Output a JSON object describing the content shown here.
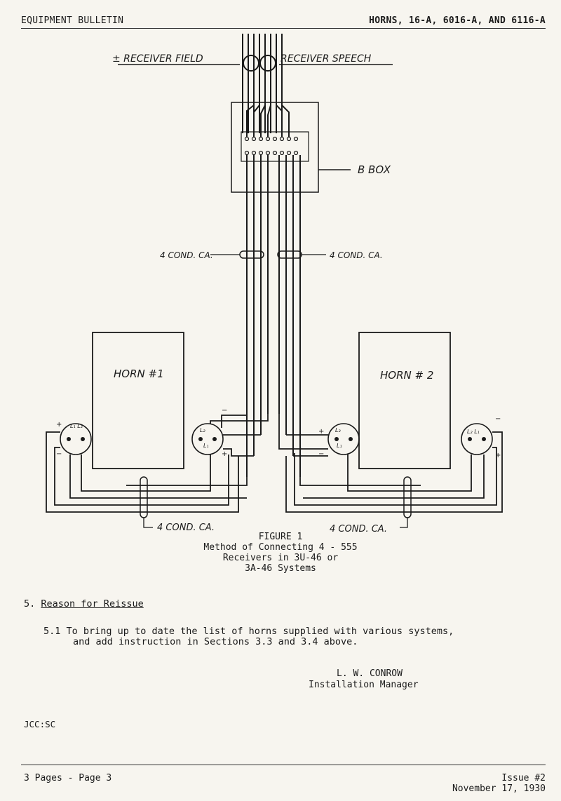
{
  "header": {
    "left": "EQUIPMENT BULLETIN",
    "right": "HORNS, 16-A, 6016-A, AND 6116-A"
  },
  "diagram": {
    "receiver_field": "± RECEIVER FIELD",
    "receiver_speech": "RECEIVER SPEECH",
    "b_box": "B BOX",
    "cable_left": "4 COND. CA.",
    "cable_right": "4 COND. CA.",
    "horn1": "HORN #1",
    "horn2": "HORN # 2",
    "bottom_cable_left": "4 COND. CA.",
    "bottom_cable_right": "4 COND. CA."
  },
  "figure": {
    "number": "FIGURE 1",
    "caption_lines": [
      "Method of Connecting 4 - 555",
      "Receivers in 3U-46 or",
      "3A-46 Systems"
    ]
  },
  "section": {
    "number": "5.",
    "title": "Reason for Reissue",
    "para_number": "5.1",
    "para_line1": "To bring up to date the list of horns supplied with various systems,",
    "para_line2": "and add instruction in Sections 3.3 and 3.4 above."
  },
  "signature": {
    "name": "L. W. CONROW",
    "title": "Installation Manager"
  },
  "initials": "JCC:SC",
  "footer": {
    "pages": "3 Pages - Page 3",
    "issue": "Issue #2",
    "date": "November 17, 1930"
  }
}
